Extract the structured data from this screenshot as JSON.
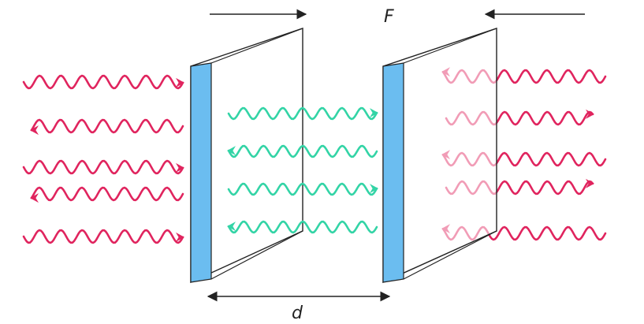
{
  "diagram": {
    "force_label": "F",
    "distance_label": "d",
    "colors": {
      "outer_waves": "#e0245e",
      "inner_waves": "#33d4a6",
      "plate_edge": "#6bbdf0",
      "plate_outline": "#222222",
      "arrow": "#222222"
    },
    "icons": {
      "outer_wave": "wavy-arrow-red",
      "inner_wave": "wavy-arrow-green",
      "force_arrow": "force-arrow-icon",
      "dimension_arrow": "double-headed-arrow-icon"
    }
  }
}
